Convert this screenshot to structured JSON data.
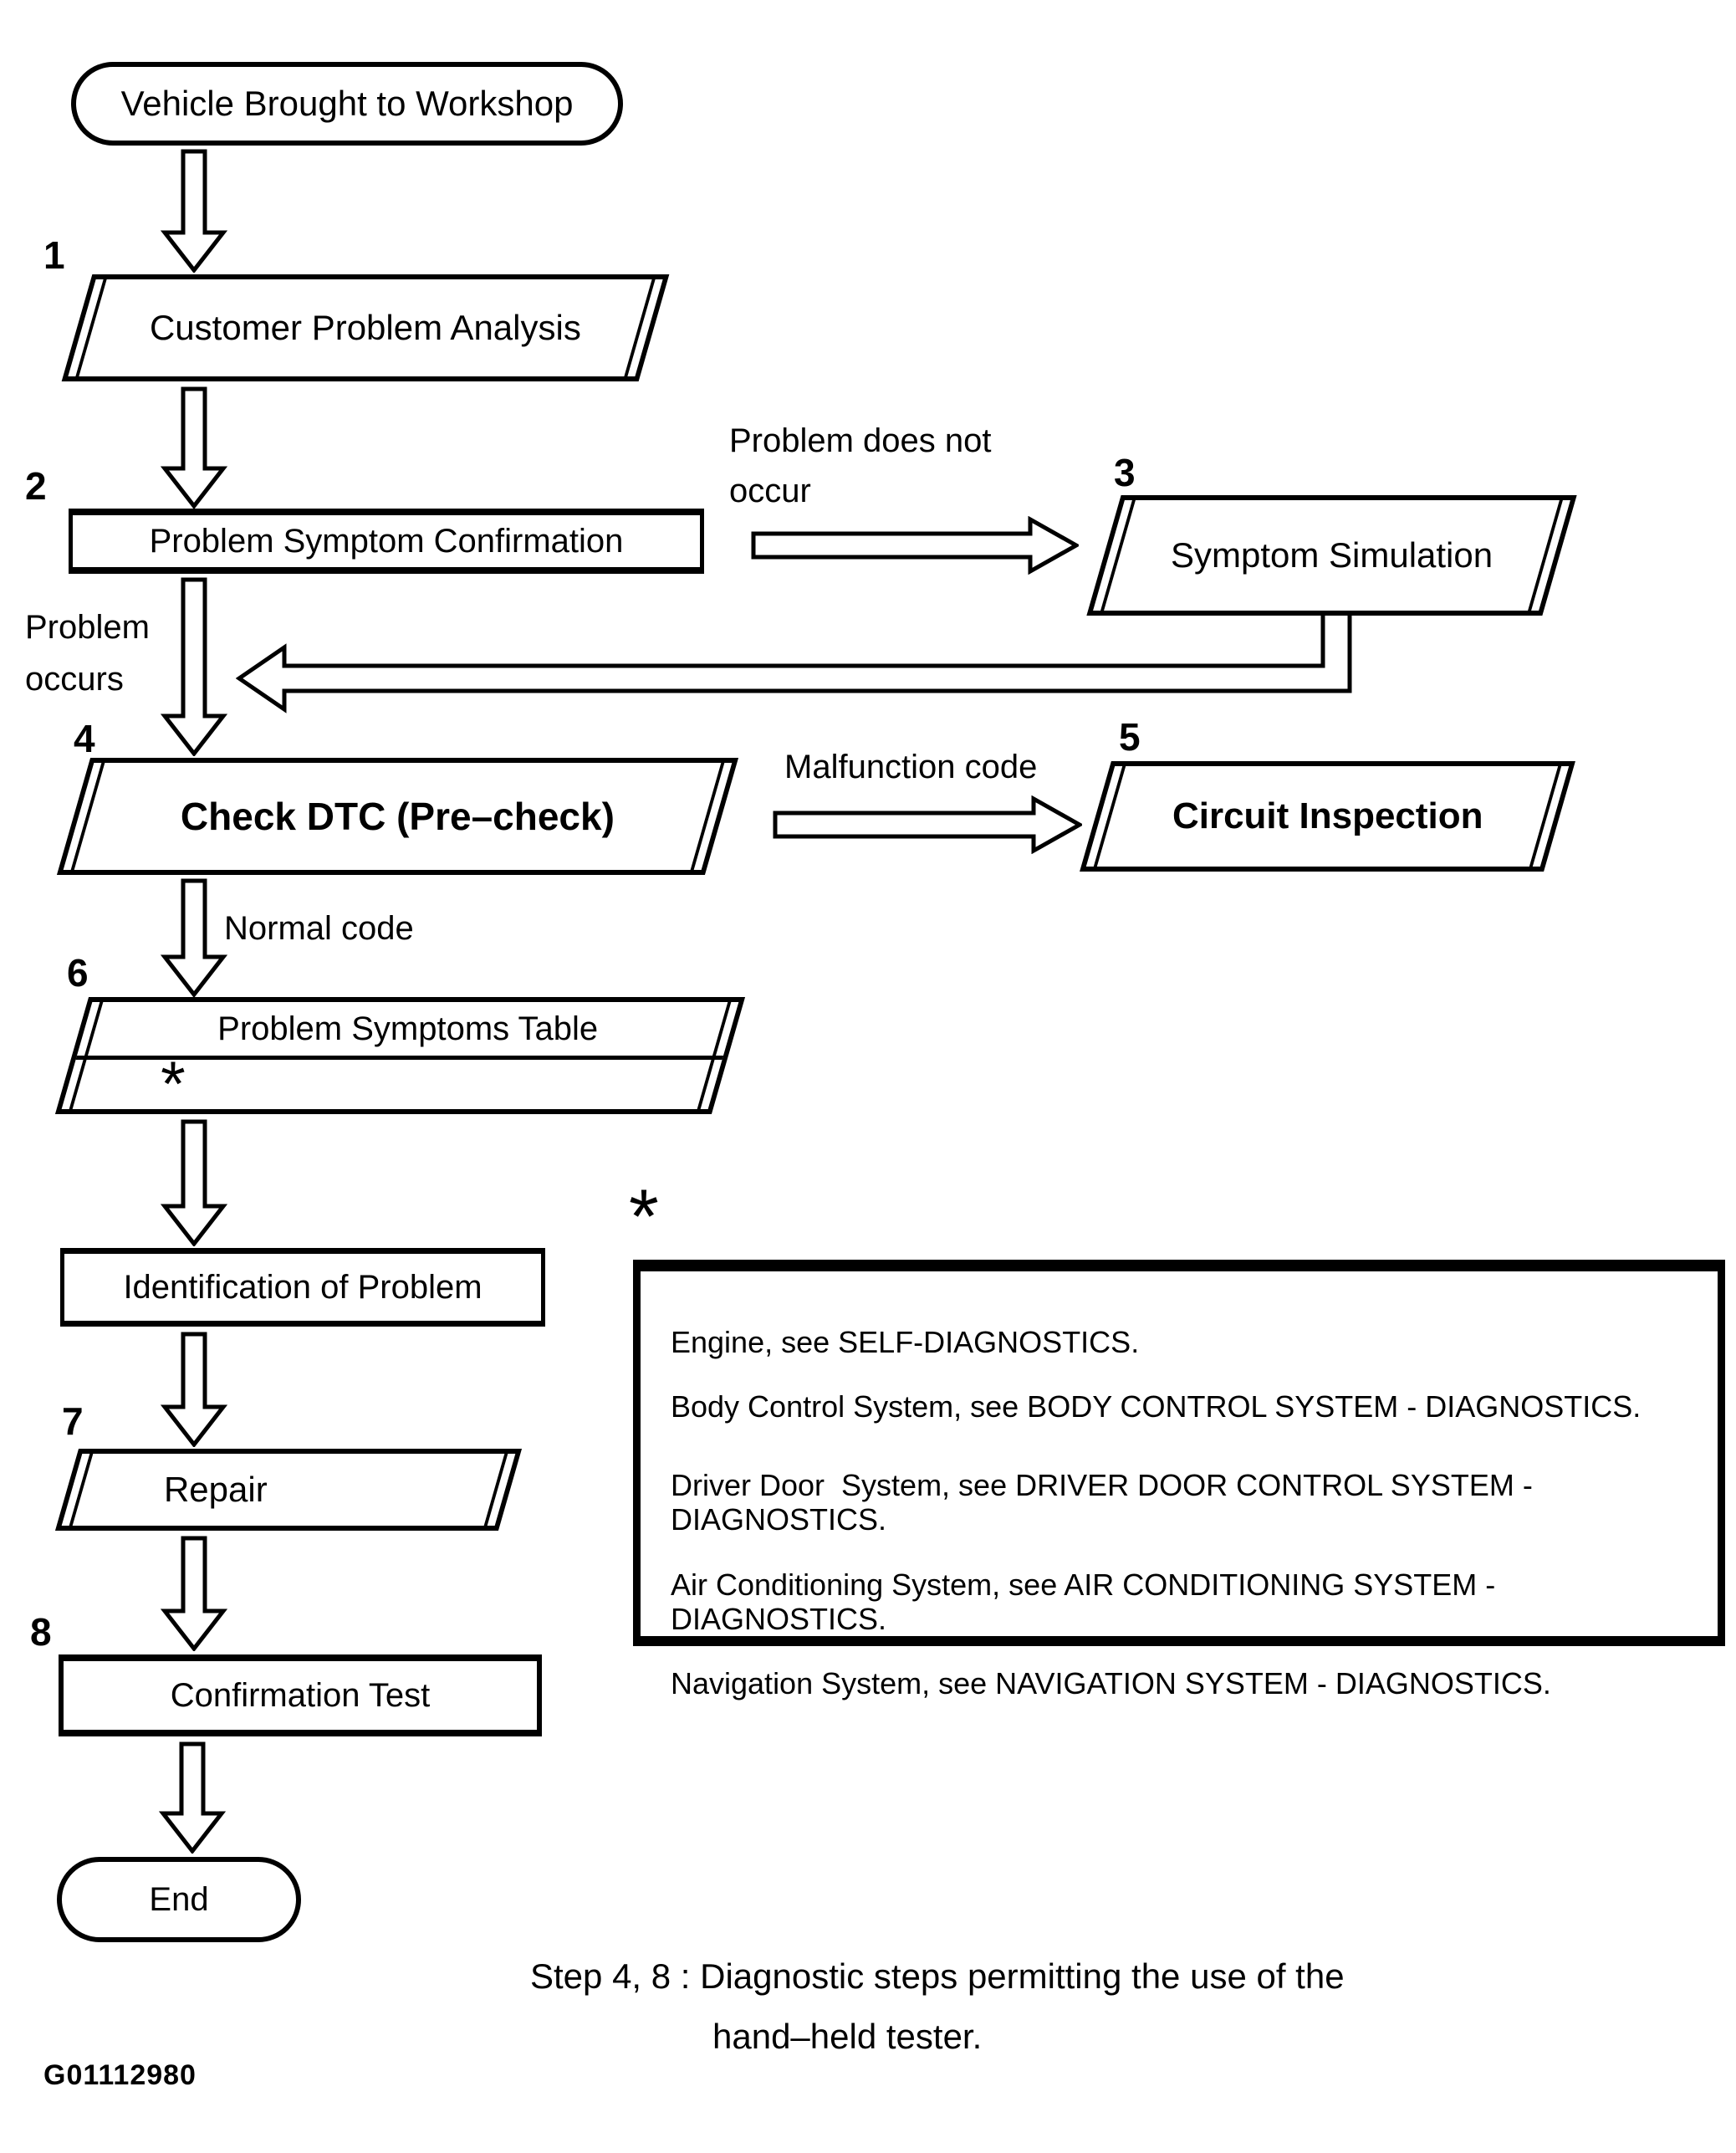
{
  "flow": {
    "start": {
      "label": "Vehicle Brought to Workshop"
    },
    "steps": [
      {
        "num": "1",
        "label": "Customer Problem Analysis"
      },
      {
        "num": "2",
        "label": "Problem Symptom Confirmation"
      },
      {
        "num": "3",
        "label": "Symptom Simulation"
      },
      {
        "num": "4",
        "label": "Check DTC (Pre–check)"
      },
      {
        "num": "5",
        "label": "Circuit Inspection"
      },
      {
        "num": "6",
        "label": "Problem Symptoms Table",
        "marker": "*"
      },
      {
        "num": "",
        "label": "Identification of Problem"
      },
      {
        "num": "7",
        "label": "Repair"
      },
      {
        "num": "8",
        "label": "Confirmation Test"
      }
    ],
    "end": {
      "label": "End"
    },
    "edge_labels": {
      "no_occur_1": "Problem does not",
      "no_occur_2": "occur",
      "occurs_1": "Problem",
      "occurs_2": "occurs",
      "malfunction": "Malfunction code",
      "normal": "Normal code"
    }
  },
  "note": {
    "marker": "*",
    "lines": [
      "Engine, see SELF-DIAGNOSTICS.",
      "Body Control System, see BODY CONTROL SYSTEM - DIAGNOSTICS.",
      "Driver Door  System, see DRIVER DOOR CONTROL SYSTEM - DIAGNOSTICS.",
      "Air Conditioning System, see AIR CONDITIONING SYSTEM - DIAGNOSTICS.",
      "Navigation System, see NAVIGATION SYSTEM - DIAGNOSTICS."
    ]
  },
  "caption": {
    "line1": "Step 4, 8 : Diagnostic steps permitting the use of the",
    "line2": "hand–held tester."
  },
  "figure_id": "G01112980",
  "colors": {
    "ink": "#000000",
    "paper": "#ffffff"
  }
}
